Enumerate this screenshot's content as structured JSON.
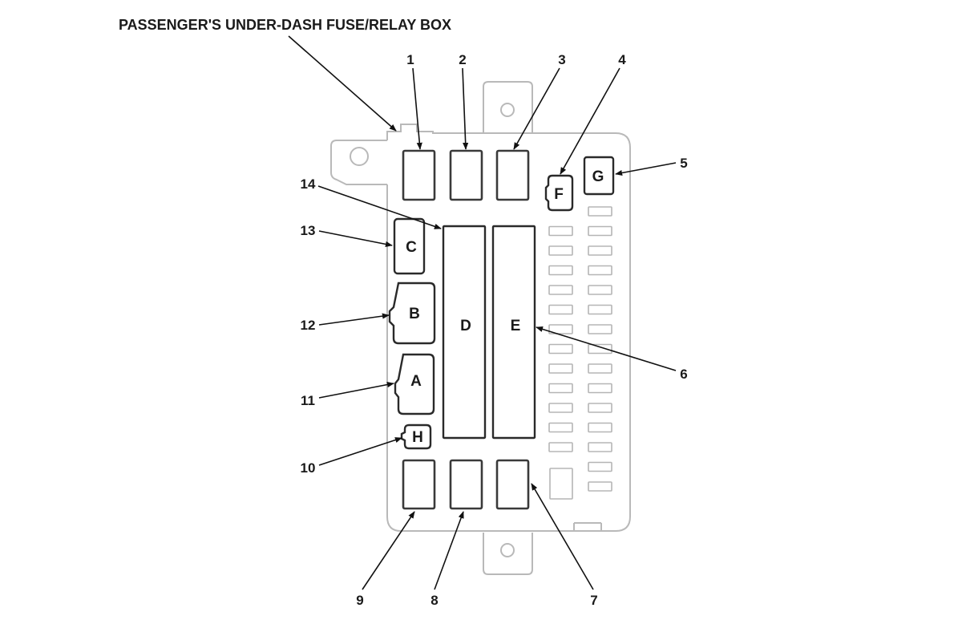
{
  "title": "PASSENGER'S UNDER-DASH FUSE/RELAY BOX",
  "callouts": [
    "1",
    "2",
    "3",
    "4",
    "5",
    "6",
    "7",
    "8",
    "9",
    "10",
    "11",
    "12",
    "13",
    "14"
  ],
  "component_letters": {
    "A": "A",
    "B": "B",
    "C": "C",
    "D": "D",
    "E": "E",
    "F": "F",
    "G": "G",
    "H": "H"
  }
}
